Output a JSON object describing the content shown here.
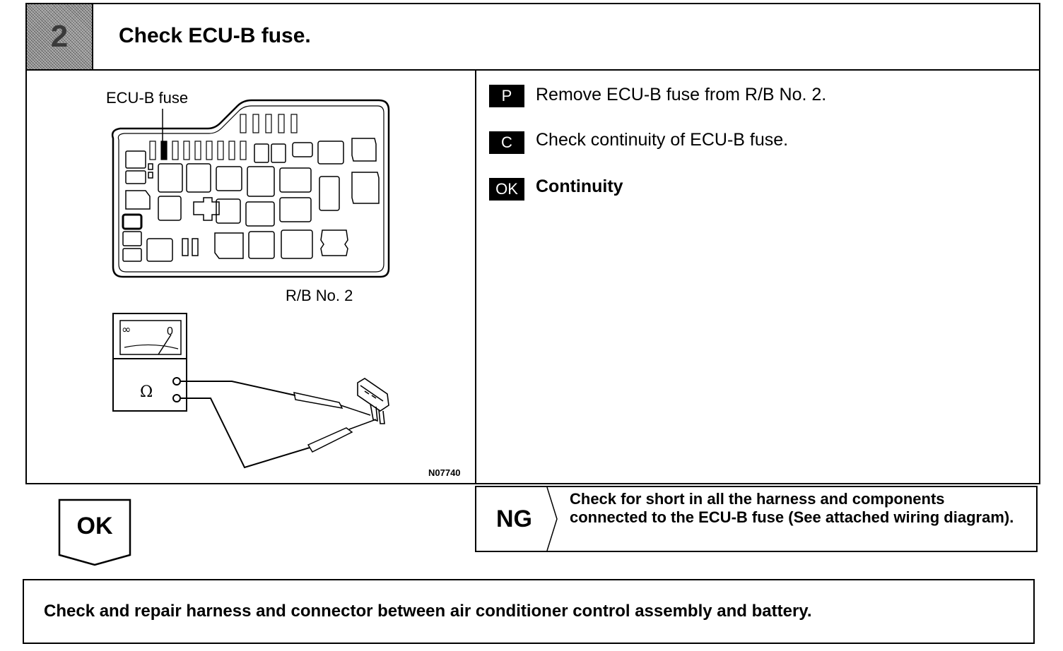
{
  "step": {
    "number": "2",
    "title": "Check ECU-B fuse."
  },
  "illustration": {
    "fuse_label": "ECU-B fuse",
    "rb_label": "R/B No. 2",
    "figure_code": "N07740",
    "meter_symbol": "Ω",
    "meter_infinity": "∞",
    "meter_zero": "0"
  },
  "instructions": [
    {
      "badge": "P",
      "text": "Remove ECU-B fuse from R/B No. 2."
    },
    {
      "badge": "C",
      "text": "Check continuity of ECU-B fuse."
    },
    {
      "badge": "OK",
      "text": "Continuity"
    }
  ],
  "ng": {
    "label": "NG",
    "text": "Check for short in all the harness and components connected to the ECU-B fuse (See attached wiring diagram)."
  },
  "ok": {
    "label": "OK"
  },
  "action": {
    "text": "Check and repair harness and connector between air conditioner control assembly and battery."
  }
}
